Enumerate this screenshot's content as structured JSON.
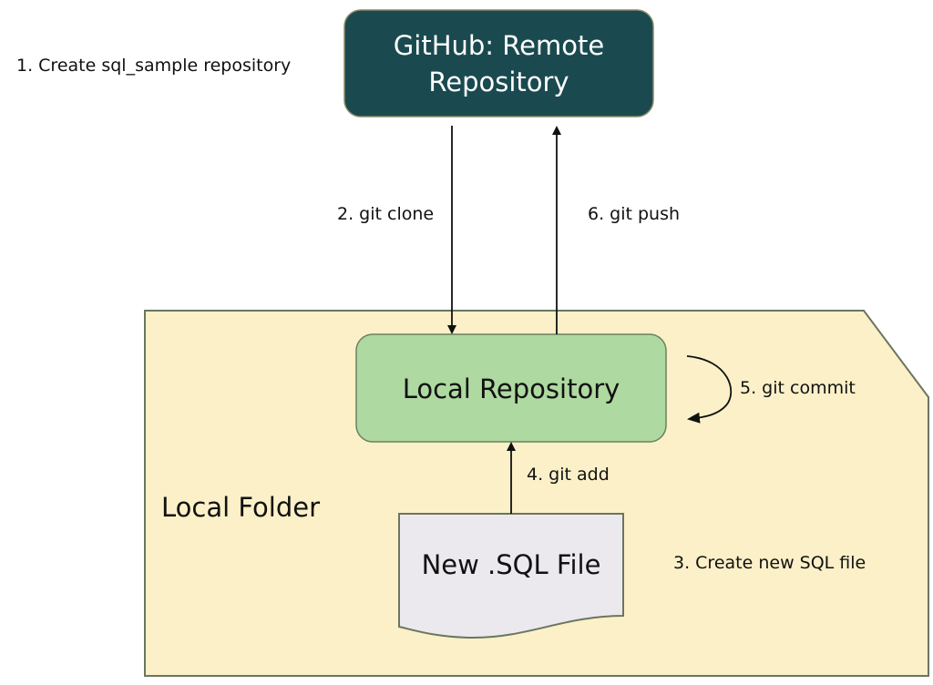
{
  "nodes": {
    "remote": {
      "line1": "GitHub: Remote",
      "line2": "Repository",
      "fill": "#1a4a4f",
      "text_color": "#ffffff"
    },
    "local_repo": {
      "label": "Local Repository",
      "fill": "#aed9a0"
    },
    "sql_file": {
      "label": "New .SQL File",
      "fill": "#ebe9ee"
    },
    "local_folder": {
      "label": "Local Folder",
      "fill": "#fbf0c8"
    }
  },
  "steps": {
    "s1": "1. Create sql_sample repository",
    "s2": "2. git clone",
    "s3": "3. Create new SQL file",
    "s4": "4. git add",
    "s5": "5. git commit",
    "s6": "6. git push"
  }
}
